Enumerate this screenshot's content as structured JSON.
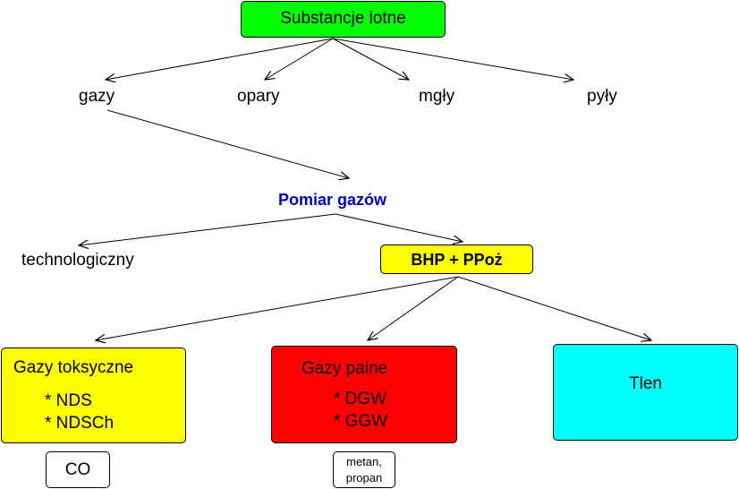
{
  "root": {
    "label": "Substancje  lotne",
    "color": "#00ff00"
  },
  "categories": {
    "gazy": "gazy",
    "opary": "opary",
    "mgly": "mgły",
    "pyly": "pyły"
  },
  "measurement": {
    "label": "Pomiar gazów",
    "color": "#0000cc"
  },
  "technological": "technologiczny",
  "bhp": {
    "label": "BHP + PPoż",
    "color": "#ffff00"
  },
  "toxic": {
    "title": "Gazy  toksyczne",
    "items": [
      "* NDS",
      "* NDSCh"
    ],
    "color": "#ffff00"
  },
  "flammable": {
    "title": "Gazy  palne",
    "items": [
      "* DGW",
      "* GGW"
    ],
    "color": "#ff0000"
  },
  "oxygen": {
    "label": "Tlen",
    "color": "#00ffff"
  },
  "co": "CO",
  "flammable_examples": [
    "metan,",
    "propan"
  ]
}
